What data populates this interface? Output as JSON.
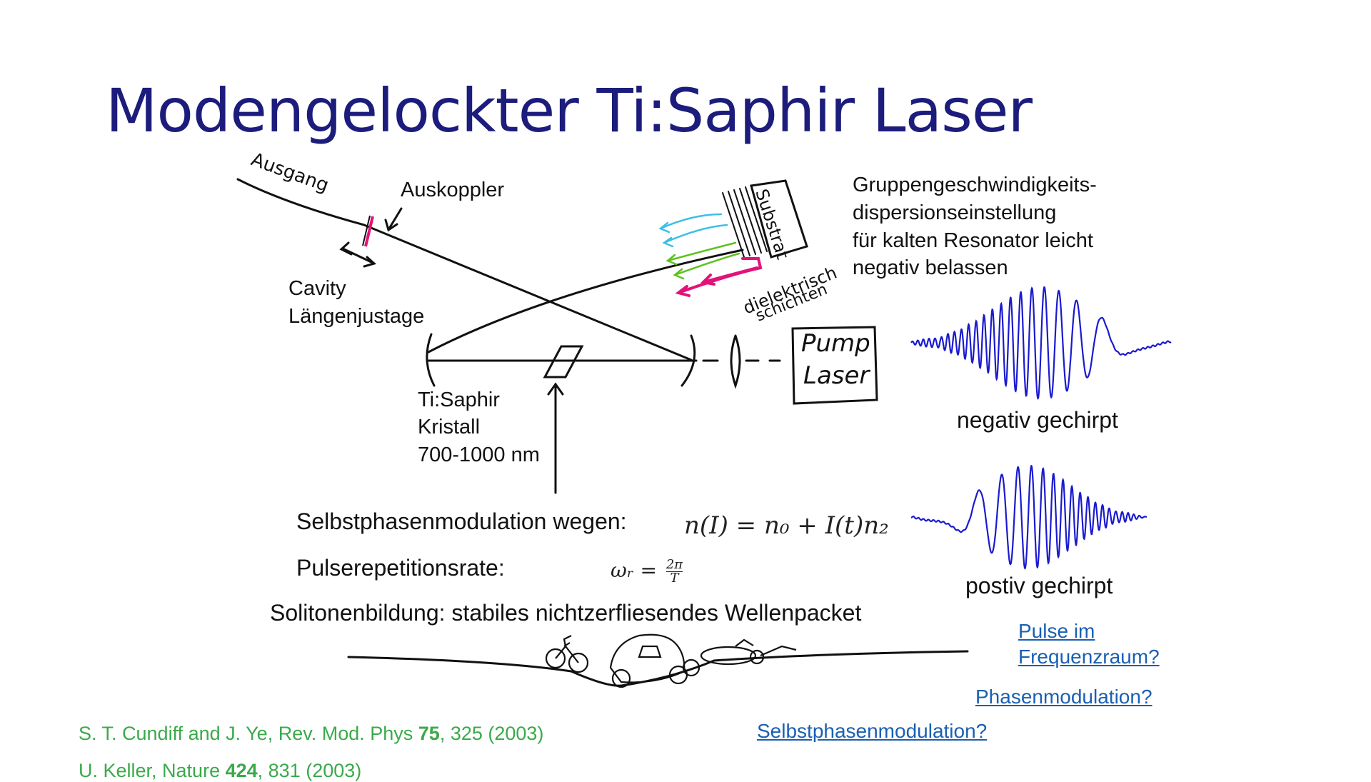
{
  "title": "Modengelockter Ti:Saphir Laser",
  "labels": {
    "ausgang": "Ausgang",
    "auskoppler": "Auskoppler",
    "cavity_1": "Cavity",
    "cavity_2": "Längenjustage",
    "crystal_1": "Ti:Saphir",
    "crystal_2": "Kristall",
    "crystal_3": "700-1000 nm",
    "substrat": "Substrat",
    "dielektrisch_1": "dielektrisch",
    "dielektrisch_2": "schichten",
    "pump_1": "Pump",
    "pump_2": "Laser"
  },
  "gdd": {
    "line1": "Gruppengeschwindigkeits-",
    "line2": "dispersionseinstellung",
    "line3": "für kalten Resonator leicht",
    "line4": "negativ belassen"
  },
  "pulses": {
    "negative_label": "negativ gechirpt",
    "positive_label": "postiv gechirpt"
  },
  "spm": {
    "label": "Selbstphasenmodulation wegen:",
    "formula": "n(I) = n₀ + I(t)n₂"
  },
  "rep": {
    "label": "Pulserepetitionsrate:",
    "formula_lhs": "ωᵣ =",
    "formula_num": "2π",
    "formula_den": "T"
  },
  "soliton": {
    "label": "Solitonenbildung: stabiles nichtzerfliesendes Wellenpacket"
  },
  "links": {
    "pulse_freq_1": "Pulse im",
    "pulse_freq_2": "Frequenzraum?",
    "phase_mod": "Phasenmodulation?",
    "self_phase_mod": "Selbstphasenmodulation?"
  },
  "references": {
    "ref1_pre": "S. T. Cundiff and J. Ye, Rev. Mod. Phys ",
    "ref1_vol": "75",
    "ref1_post": ", 325 (2003)",
    "ref2_pre": "U. Keller, Nature ",
    "ref2_vol": "424",
    "ref2_post": ", 831 (2003)"
  },
  "colors": {
    "title": "#1c1c7c",
    "pulse": "#1a1ad0",
    "link": "#1a5fb4",
    "reference": "#3aaa4a",
    "cyan_arrows": "#3bbfe8",
    "green_arrows": "#5cc21e",
    "magenta_arrows": "#e3127a"
  }
}
